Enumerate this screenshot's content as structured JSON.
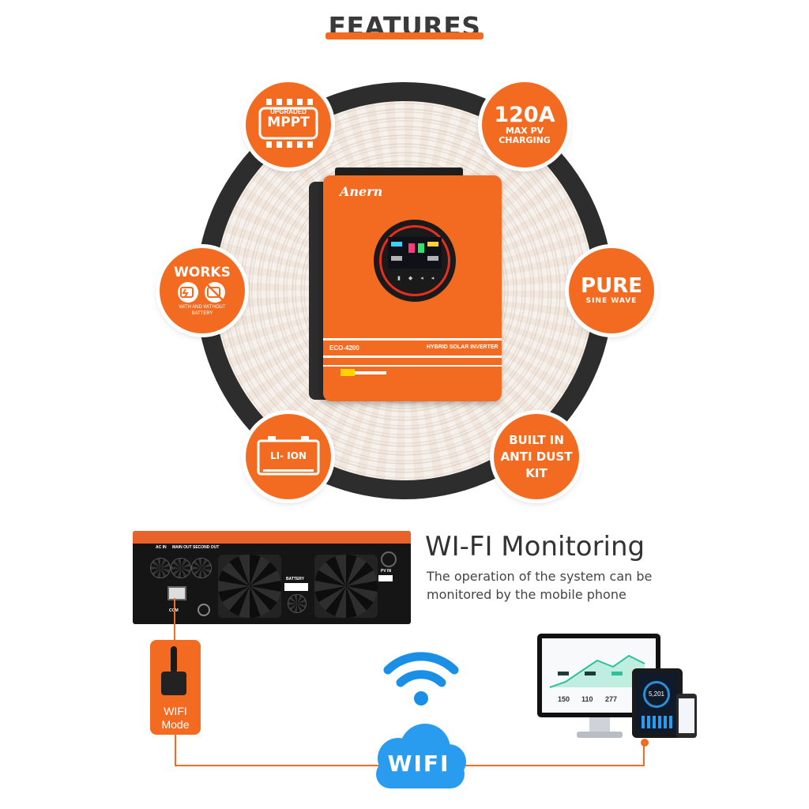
{
  "header": {
    "title": "FEATURES"
  },
  "features": {
    "mppt": {
      "line1": "UPGRADED",
      "line2": "MPPT"
    },
    "charging": {
      "line1": "120A",
      "line2": "MAX PV",
      "line3": "CHARGING"
    },
    "works": {
      "line1": "WORKS",
      "line2": "WITH AND WITHOUT",
      "line3": "BATTERY"
    },
    "pure": {
      "line1": "PURE",
      "line2": "SINE WAVE"
    },
    "liion": {
      "label": "LI- ION"
    },
    "antidust": {
      "line1": "BUILT IN",
      "line2": "ANTI DUST",
      "line3": "KIT"
    }
  },
  "inverter": {
    "logo": "Anern",
    "model": "ECO-4200",
    "type": "HYBRID SOLAR INVERTER"
  },
  "wifi": {
    "title": "WI-FI Monitoring",
    "description": "The operation of the system can be monitored by the mobile phone",
    "module_label_1": "WIFI",
    "module_label_2": "Mode",
    "cloud_label": "WIFI"
  },
  "panel": {
    "ac_in": "AC IN",
    "main_out": "MAIN OUT",
    "second_out": "SECOND OUT",
    "battery": "BATTERY",
    "pv_in": "PV IN",
    "com": "COM"
  },
  "dashboard": {
    "stat1": "150",
    "stat2": "110",
    "stat3": "277",
    "tablet_value": "5,201"
  },
  "colors": {
    "accent": "#f36b21",
    "dark": "#2d2d2d",
    "wifi_blue": "#1a8fe6"
  }
}
